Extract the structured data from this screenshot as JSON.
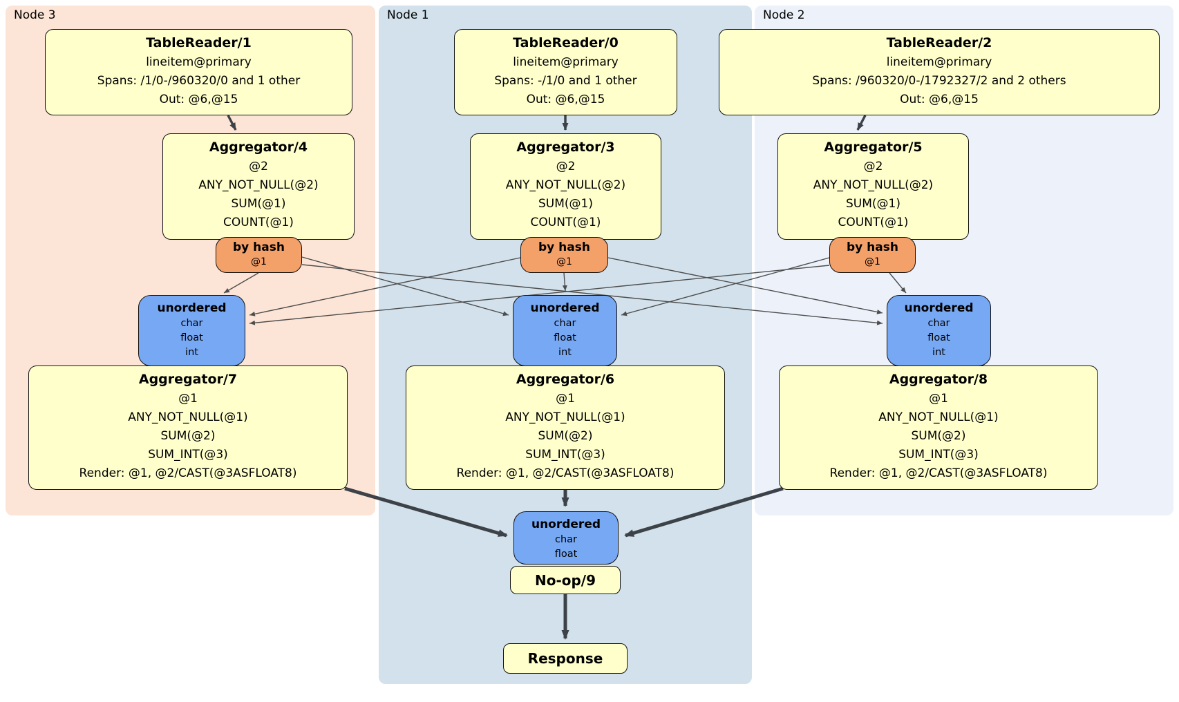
{
  "regions": {
    "node3": {
      "label": "Node 3"
    },
    "node1": {
      "label": "Node 1"
    },
    "node2": {
      "label": "Node 2"
    }
  },
  "boxes": {
    "tr1": {
      "title": "TableReader/1",
      "rows": [
        "lineitem@primary",
        "Spans: /1/0-/960320/0 and 1 other",
        "Out: @6,@15"
      ]
    },
    "tr0": {
      "title": "TableReader/0",
      "rows": [
        "lineitem@primary",
        "Spans: -/1/0 and 1 other",
        "Out: @6,@15"
      ]
    },
    "tr2": {
      "title": "TableReader/2",
      "rows": [
        "lineitem@primary",
        "Spans: /960320/0-/1792327/2 and 2 others",
        "Out: @6,@15"
      ]
    },
    "ag4": {
      "title": "Aggregator/4",
      "rows": [
        "@2",
        "ANY_NOT_NULL(@2)",
        "SUM(@1)",
        "COUNT(@1)"
      ]
    },
    "ag3": {
      "title": "Aggregator/3",
      "rows": [
        "@2",
        "ANY_NOT_NULL(@2)",
        "SUM(@1)",
        "COUNT(@1)"
      ]
    },
    "ag5": {
      "title": "Aggregator/5",
      "rows": [
        "@2",
        "ANY_NOT_NULL(@2)",
        "SUM(@1)",
        "COUNT(@1)"
      ]
    },
    "ag7": {
      "title": "Aggregator/7",
      "rows": [
        "@1",
        "ANY_NOT_NULL(@1)",
        "SUM(@2)",
        "SUM_INT(@3)",
        "Render: @1, @2/CAST(@3ASFLOAT8)"
      ]
    },
    "ag6": {
      "title": "Aggregator/6",
      "rows": [
        "@1",
        "ANY_NOT_NULL(@1)",
        "SUM(@2)",
        "SUM_INT(@3)",
        "Render: @1, @2/CAST(@3ASFLOAT8)"
      ]
    },
    "ag8": {
      "title": "Aggregator/8",
      "rows": [
        "@1",
        "ANY_NOT_NULL(@1)",
        "SUM(@2)",
        "SUM_INT(@3)",
        "Render: @1, @2/CAST(@3ASFLOAT8)"
      ]
    },
    "router3": {
      "title": "by hash",
      "rows": [
        "@1"
      ]
    },
    "router1": {
      "title": "by hash",
      "rows": [
        "@1"
      ]
    },
    "router2": {
      "title": "by hash",
      "rows": [
        "@1"
      ]
    },
    "sync3": {
      "title": "unordered",
      "rows": [
        "char",
        "float",
        "int"
      ]
    },
    "sync1": {
      "title": "unordered",
      "rows": [
        "char",
        "float",
        "int"
      ]
    },
    "sync2": {
      "title": "unordered",
      "rows": [
        "char",
        "float",
        "int"
      ]
    },
    "syncFinal": {
      "title": "unordered",
      "rows": [
        "char",
        "float"
      ]
    },
    "noop": {
      "title": "No-op/9"
    },
    "response": {
      "title": "Response"
    }
  },
  "colors": {
    "node3_bg": "#fce4d6",
    "node1_bg": "#d2e1eb",
    "node2_bg": "#ecf1fa",
    "processor_bg": "#ffffcc",
    "router_bg": "#f4a069",
    "sync_bg": "#77a8f4",
    "edge": "#4d4d4d",
    "arrow": "#3c4247"
  }
}
